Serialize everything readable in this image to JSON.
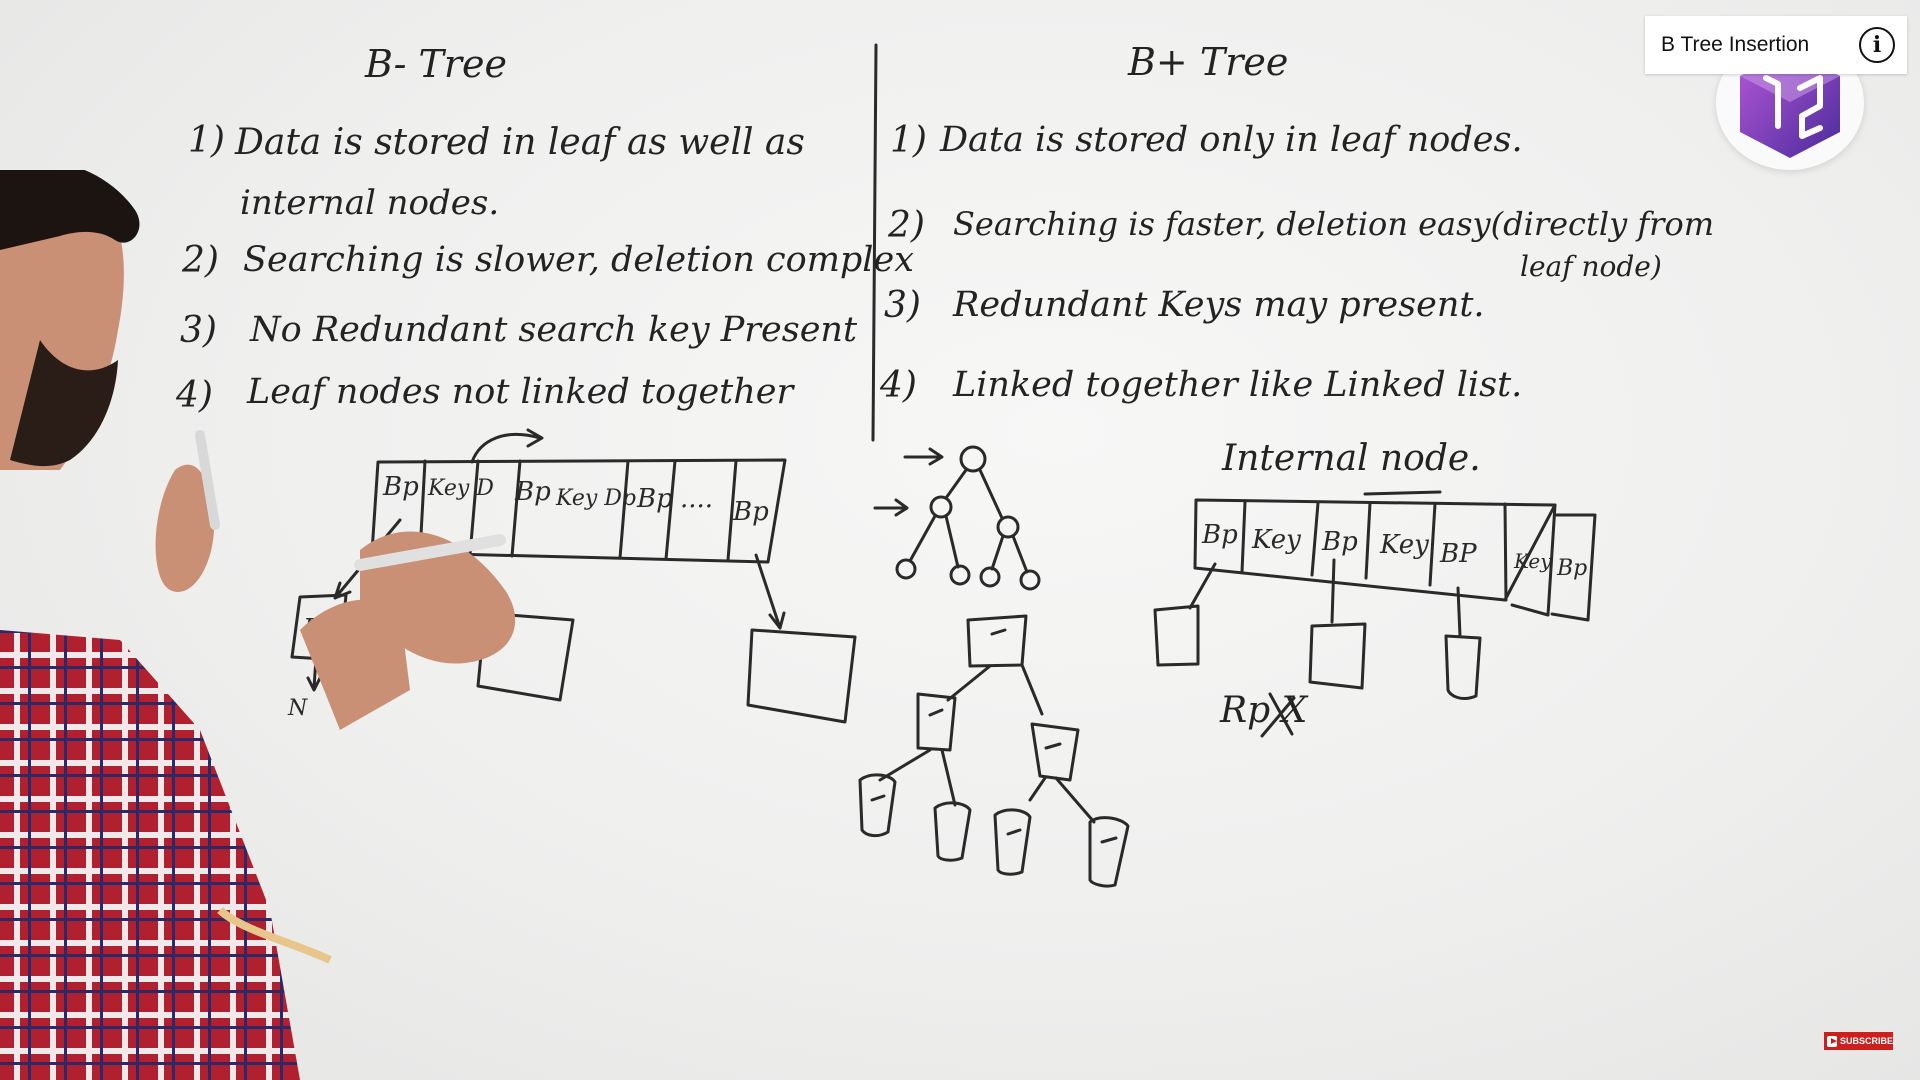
{
  "video": {
    "title": "B Tree Insertion",
    "info_icon": "info-circle-icon",
    "logo_icon": "channel-logo-icon",
    "subscribe_label": "SUBSCRIBE",
    "subscribe_icon": "youtube-play-icon"
  },
  "whiteboard": {
    "b_tree": {
      "heading": "B- Tree",
      "points": [
        {
          "num": "1)",
          "text": "Data is stored in leaf as well as",
          "cont": "internal nodes."
        },
        {
          "num": "2)",
          "text": "Searching is slower, deletion complex"
        },
        {
          "num": "3)",
          "text": "No Redundant search key Present"
        },
        {
          "num": "4)",
          "text": "Leaf nodes not linked together"
        }
      ],
      "node_cells": [
        "Bp",
        "Key D",
        "Bp",
        "Key Dp",
        "Bp",
        "....",
        "Bp"
      ],
      "child_cell": "Bp",
      "child_note": "N"
    },
    "b_plus_tree": {
      "heading": "B+ Tree",
      "points": [
        {
          "num": "1)",
          "text": "Data is stored only in leaf nodes."
        },
        {
          "num": "2)",
          "text": "Searching is faster, deletion easy(directly from",
          "cont": "leaf node)"
        },
        {
          "num": "3)",
          "text": "Redundant Keys may present."
        },
        {
          "num": "4)",
          "text": "Linked together like Linked list."
        }
      ],
      "internal_label": "Internal node.",
      "node_cells": [
        "Bp",
        "Key",
        "Bp",
        "Key",
        "BP",
        "Key",
        "Bp"
      ],
      "rp_label": "Rp X"
    }
  }
}
